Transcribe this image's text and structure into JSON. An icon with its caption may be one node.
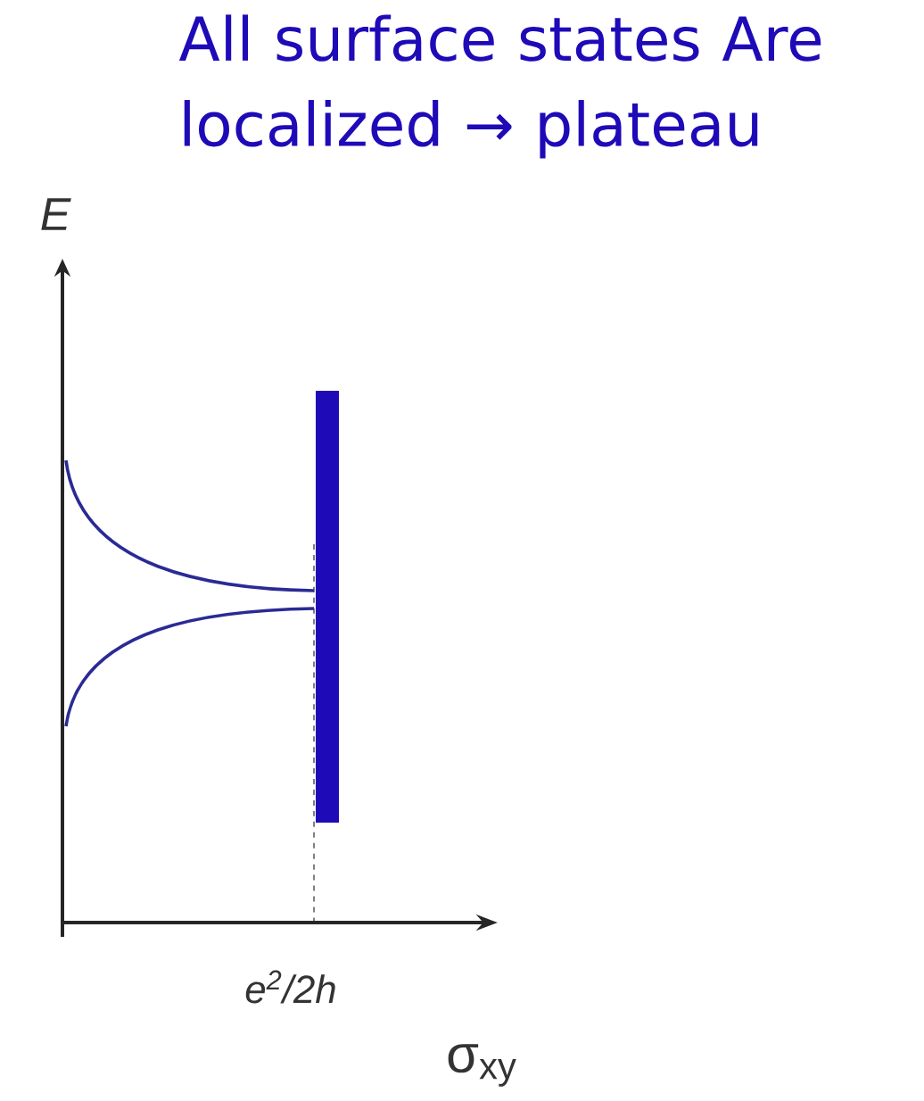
{
  "diagram": {
    "labels": [
      "All surface states Are localized → plateau",
      "E",
      "e$^{2}$/2h",
      "σ$_{xy}$"
    ]
  }
}
